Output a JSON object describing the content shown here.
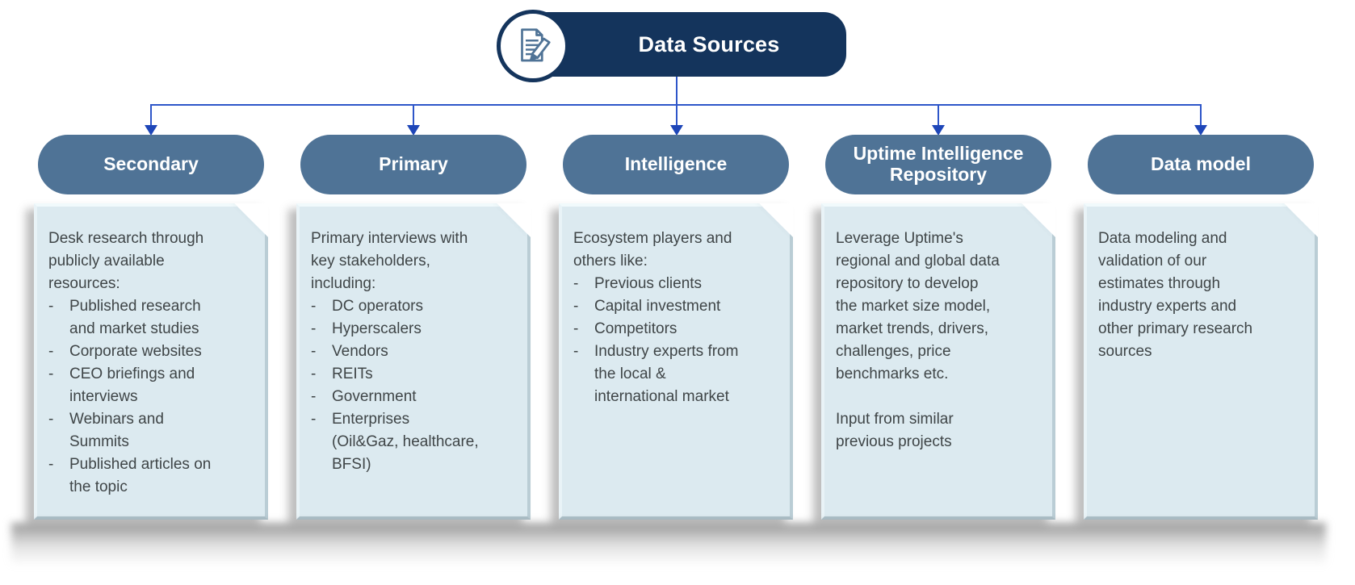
{
  "meta": {
    "bullet_char": "-"
  },
  "colors": {
    "header_navy": "#14345C",
    "branch_pill_blue": "#4F7396",
    "card_background": "#DCEAF0",
    "connector_blue": "#2E56C9",
    "body_text": "#3F4547"
  },
  "header": {
    "title": "Data Sources",
    "icon": "notes-pencil-icon"
  },
  "columns": [
    {
      "title": "Secondary",
      "intro": "Desk research through\npublicly available\nresources:",
      "bullets": [
        "Published research\nand market studies",
        "Corporate websites",
        "CEO briefings and\ninterviews",
        "Webinars and\nSummits",
        "Published articles on\nthe topic"
      ],
      "outro": ""
    },
    {
      "title": "Primary",
      "intro": "Primary interviews with\nkey stakeholders,\nincluding:",
      "bullets": [
        "DC operators",
        "Hyperscalers",
        "Vendors",
        "REITs",
        "Government",
        "Enterprises\n(Oil&Gaz, healthcare,\nBFSI)"
      ],
      "outro": ""
    },
    {
      "title": "Intelligence",
      "intro": "Ecosystem players and\nothers like:",
      "bullets": [
        "Previous clients",
        "Capital investment",
        "Competitors",
        "Industry experts from\nthe local &\ninternational market"
      ],
      "outro": ""
    },
    {
      "title": "Uptime Intelligence Repository",
      "intro": "Leverage Uptime's\nregional and global data\nrepository to develop\nthe market size model,\nmarket trends, drivers,\nchallenges, price\nbenchmarks etc.",
      "bullets": [],
      "outro": "Input from similar\nprevious  projects"
    },
    {
      "title": "Data model",
      "intro": "Data modeling and\nvalidation of our\nestimates through\nindustry experts and\nother primary research\nsources",
      "bullets": [],
      "outro": ""
    }
  ]
}
